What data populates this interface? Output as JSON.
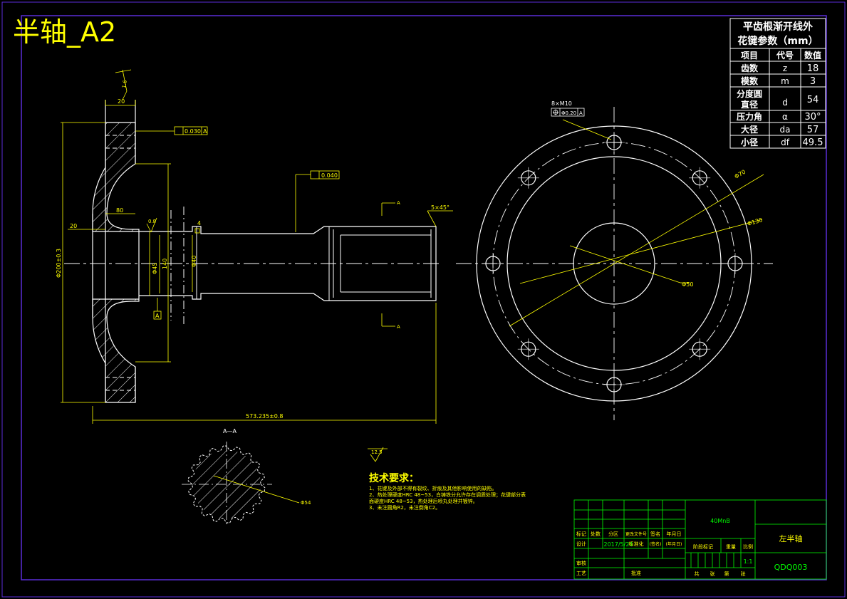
{
  "title": "半轴_A2",
  "param_table": {
    "caption_line1": "平齿根渐开线外",
    "caption_line2": "花键参数（mm）",
    "headers": [
      "项目",
      "代号",
      "数值"
    ],
    "rows": [
      {
        "item": "齿数",
        "code": "z",
        "value": "18"
      },
      {
        "item": "模数",
        "code": "m",
        "value": "3"
      },
      {
        "item_line1": "分度圆",
        "item_line2": "直径",
        "code": "d",
        "value": "54"
      },
      {
        "item": "压力角",
        "code": "α",
        "value": "30°"
      },
      {
        "item": "大径",
        "code": "da",
        "value": "57"
      },
      {
        "item": "小径",
        "code": "df",
        "value": "49.5"
      }
    ]
  },
  "dimensions": {
    "flange_thickness": "20",
    "hub_length": "80",
    "left_offset": "20",
    "flange_dia": "Φ200±0.3",
    "bore_dia": "140",
    "journal_dia": "Φ45",
    "shaft_dia": "Φ40",
    "small_step": "4",
    "overall_length": "573.235±0.8",
    "chamfer": "5×45°",
    "hole_pattern": "8×M10",
    "pos_tol": "Φ0.20",
    "pos_datum": "A",
    "runout_tol_1": "0.030",
    "runout_datum_1": "A",
    "runout_tol_2": "0.040",
    "dia_70": "Φ70",
    "dia_130": "Φ130",
    "dia_50": "Φ50",
    "roughness_1": "1.6",
    "roughness_2": "0.8",
    "datum_a": "A",
    "section_a": "A",
    "spline_dia": "Φ54",
    "finish_symbol": "12.5"
  },
  "section_label": "A—A",
  "tech_requirements": {
    "heading": "技术要求：",
    "items": [
      "1、花键及外部不得有裂纹、折痕及其他影响使用的缺陷。",
      "2、热处理硬度HRC 48~53，白铸铁分允许存在调质处理；花键部分表",
      "面硬度HRC 48~53，热处理后喷丸处理并镀锌。",
      "3、未注圆角R2，未注倒角C2。"
    ]
  },
  "title_block": {
    "material": "40MnB",
    "part_name": "左半轴",
    "drawing_no": "QDQ003",
    "scale": "1:1",
    "design_date": "2017/5/24",
    "labels": {
      "mark": "标记",
      "count": "处数",
      "zone": "分区",
      "change_doc": "更改文件号",
      "sign": "签名",
      "date": "年月日",
      "design": "设计",
      "standardize": "标准化",
      "sign2": "(签名)",
      "date2": "(年月日)",
      "stage_mark": "阶段标记",
      "weight": "重量",
      "scale_label": "比例",
      "review": "审核",
      "process": "工艺",
      "approve": "批准",
      "total": "共",
      "sheets": "张",
      "sheet_no": "第",
      "sheet": "张"
    }
  },
  "colors": {
    "background": "#000000",
    "outline": "#ffffff",
    "dimension": "#ffff00",
    "title_block": "#00ff00",
    "frame": "#5a2dd8"
  }
}
